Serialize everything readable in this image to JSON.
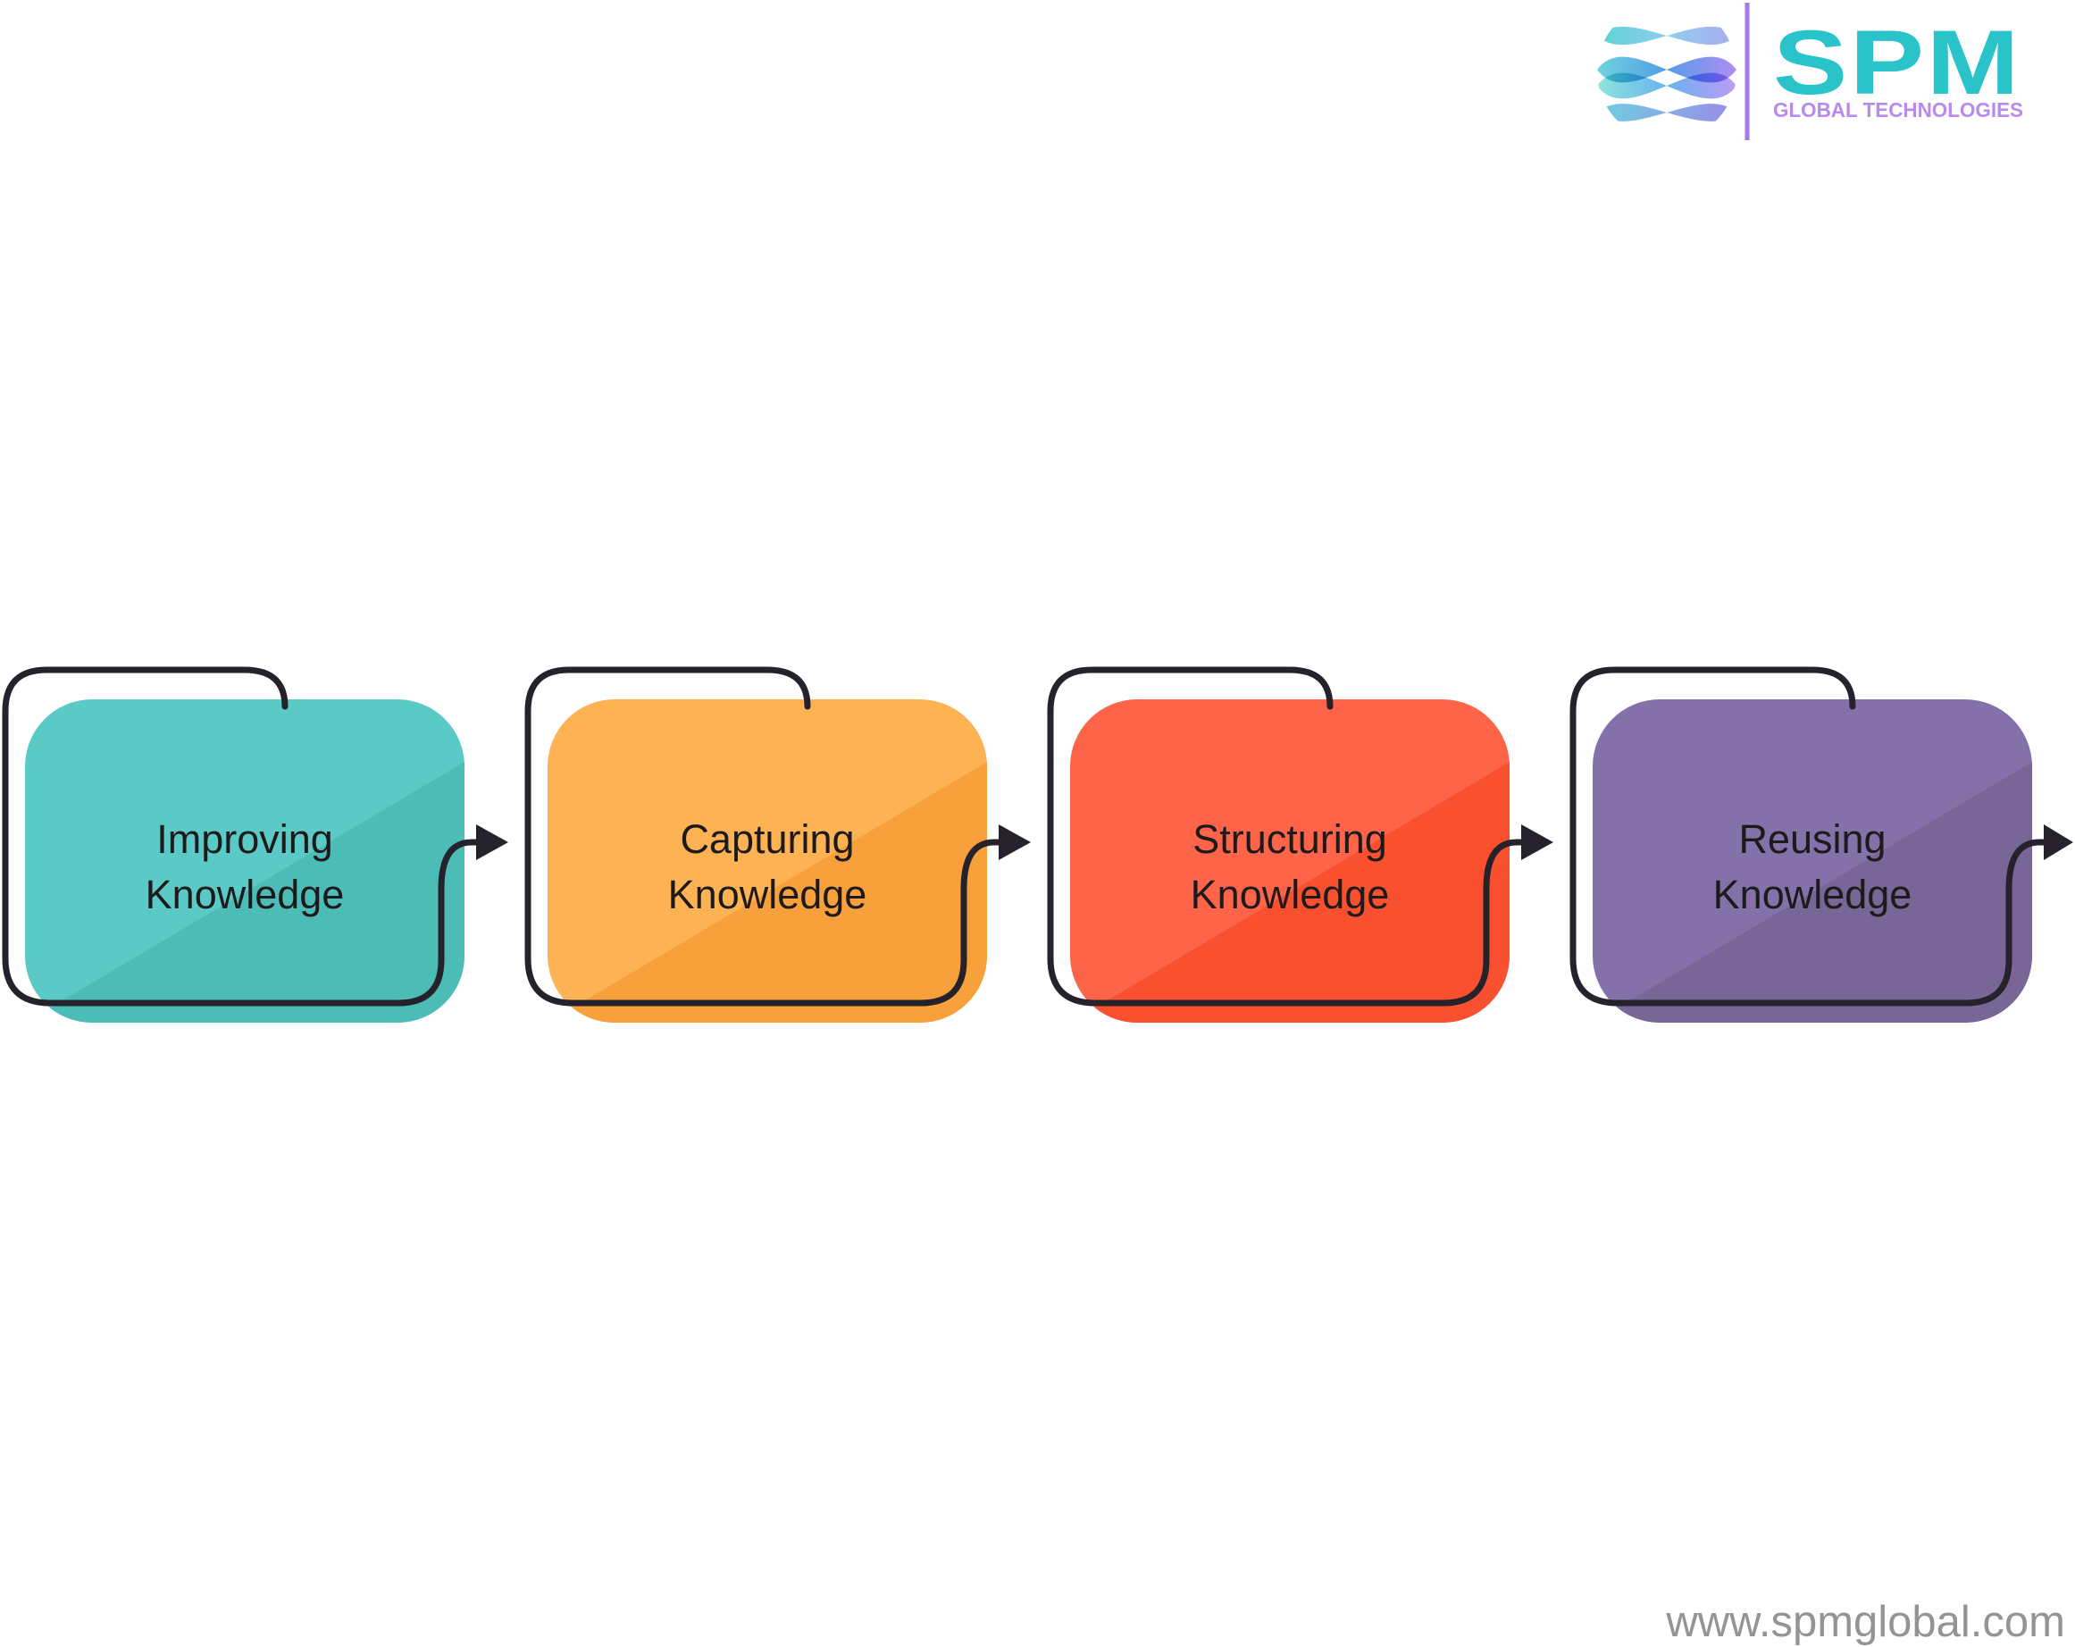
{
  "logo": {
    "brand": "SPM",
    "tagline": "GLOBAL TECHNOLOGIES",
    "brand_color": "#2BC3CA",
    "tagline_color": "#B78BEE",
    "divider_color": "#A678E8",
    "sphere_icon": "globe-wave-sphere-icon",
    "sphere_colors": [
      "#45CDC9",
      "#58CFD8",
      "#3D8FE2",
      "#7FE0D5",
      "#A57CF2",
      "#B48CF5"
    ]
  },
  "diagram": {
    "title_semantic": "knowledge-management-flow",
    "arrow_color": "#26222B",
    "text_color": "#1D1A1B",
    "steps": [
      {
        "label": "Improving Knowledge",
        "line1": "Improving",
        "line2": "Knowledge",
        "color_light": "#5BCAC6",
        "color_dark": "#4CBCB6"
      },
      {
        "label": "Capturing Knowledge",
        "line1": "Capturing",
        "line2": "Knowledge",
        "color_light": "#FDB254",
        "color_dark": "#F7A03C"
      },
      {
        "label": "Structuring Knowledge",
        "line1": "Structuring",
        "line2": "Knowledge",
        "color_light": "#FD6449",
        "color_dark": "#F9512F"
      },
      {
        "label": "Reusing Knowledge",
        "line1": "Reusing",
        "line2": "Knowledge",
        "color_light": "#8471A9",
        "color_dark": "#786696"
      }
    ]
  },
  "footer": {
    "website": "www.spmglobal.com",
    "color": "#949494"
  }
}
